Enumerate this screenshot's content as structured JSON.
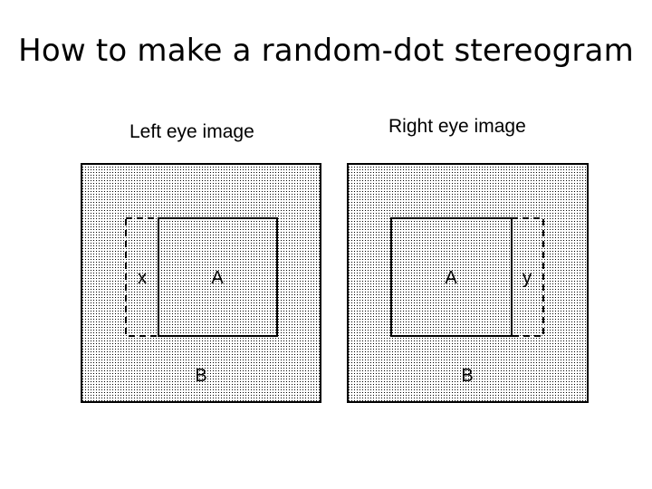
{
  "title": "How to make a random-dot stereogram",
  "panels": {
    "left": {
      "caption": "Left eye image",
      "inner_label": "A",
      "outer_label": "B",
      "shift_label": "x"
    },
    "right": {
      "caption": "Right eye image",
      "inner_label": "A",
      "outer_label": "B",
      "shift_label": "y"
    }
  },
  "colors": {
    "dot": "#000000",
    "background": "#ffffff",
    "stroke": "#000000"
  }
}
